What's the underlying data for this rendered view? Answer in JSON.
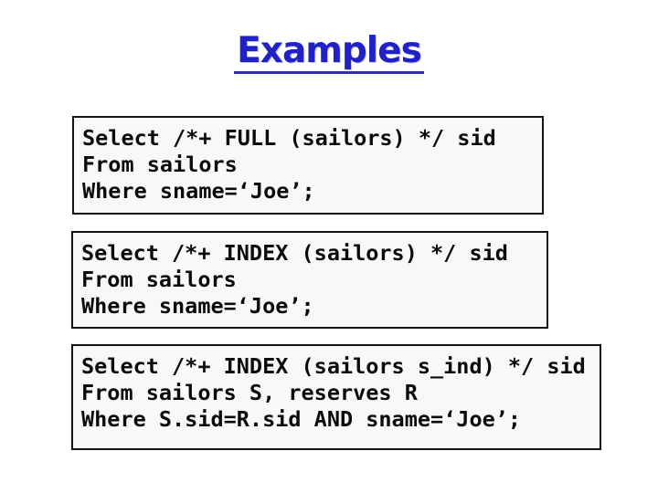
{
  "slide": {
    "title": "Examples",
    "boxes": [
      {
        "name": "full-table-hint",
        "lines": [
          "Select /*+ FULL (sailors) */ sid",
          "From sailors",
          "Where sname=‘Joe’;"
        ]
      },
      {
        "name": "index-hint",
        "lines": [
          "Select /*+ INDEX (sailors) */ sid",
          "From sailors",
          "Where sname=‘Joe’;"
        ]
      },
      {
        "name": "named-index-hint",
        "lines": [
          "Select /*+ INDEX (sailors s_ind) */ sid",
          "From sailors S, reserves R",
          "Where S.sid=R.sid AND sname=‘Joe’;"
        ]
      }
    ]
  },
  "colors": {
    "page_bg": "#ffffff",
    "title": "#2121c8",
    "underline": "#2e2eb0",
    "code_text": "#0b0b0b",
    "box_bg": "#f8f8f6",
    "box_border": "#141414"
  }
}
